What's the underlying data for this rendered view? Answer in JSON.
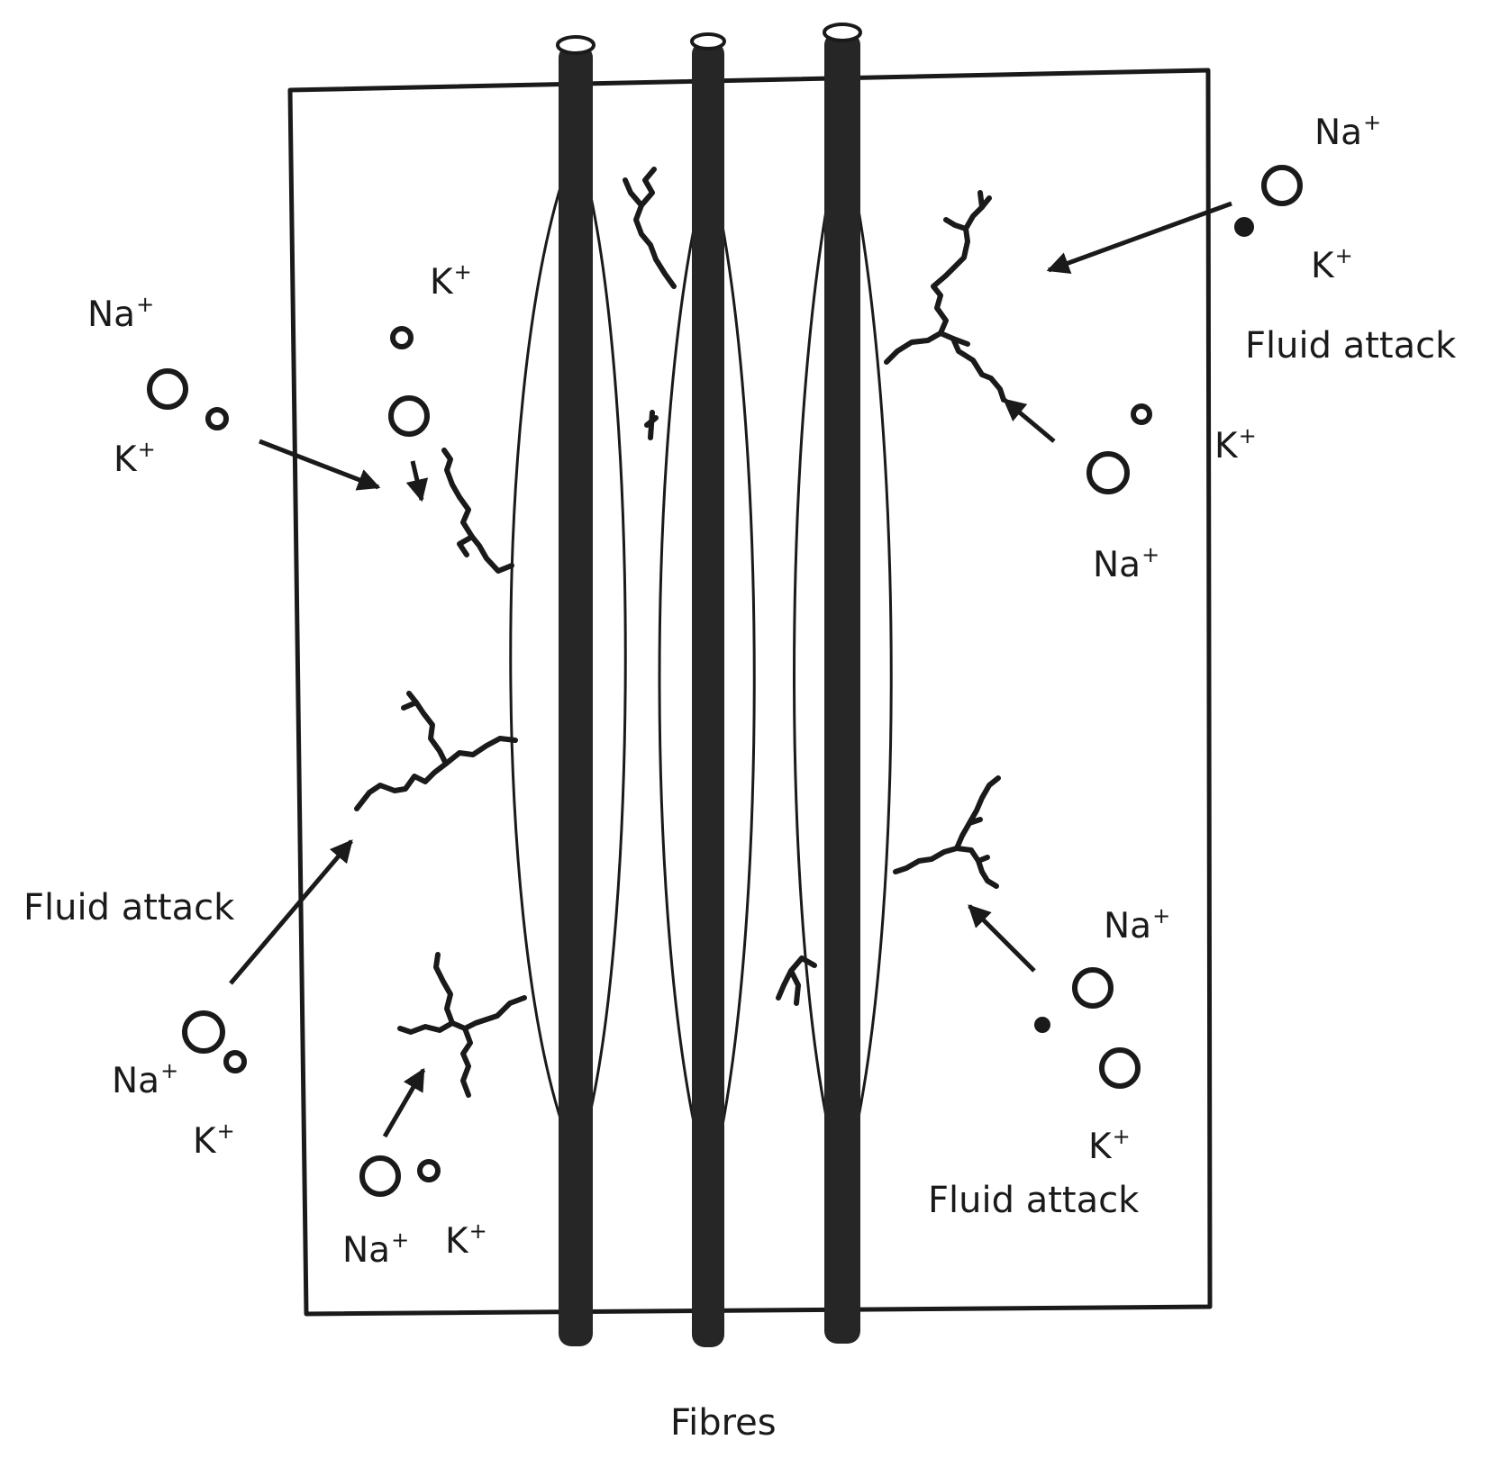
{
  "labels": {
    "sodium": "Na",
    "potassium": "K",
    "charge": "+",
    "fluid_attack": "Fluid attack",
    "fibres": "Fibres"
  },
  "colors": {
    "ink": "#1a1a1a",
    "fibre": "#262626",
    "background": "#ffffff"
  },
  "icons": {
    "ion": "open-circle",
    "arrow": "arrow-solid-head",
    "crack": "jagged-line"
  }
}
